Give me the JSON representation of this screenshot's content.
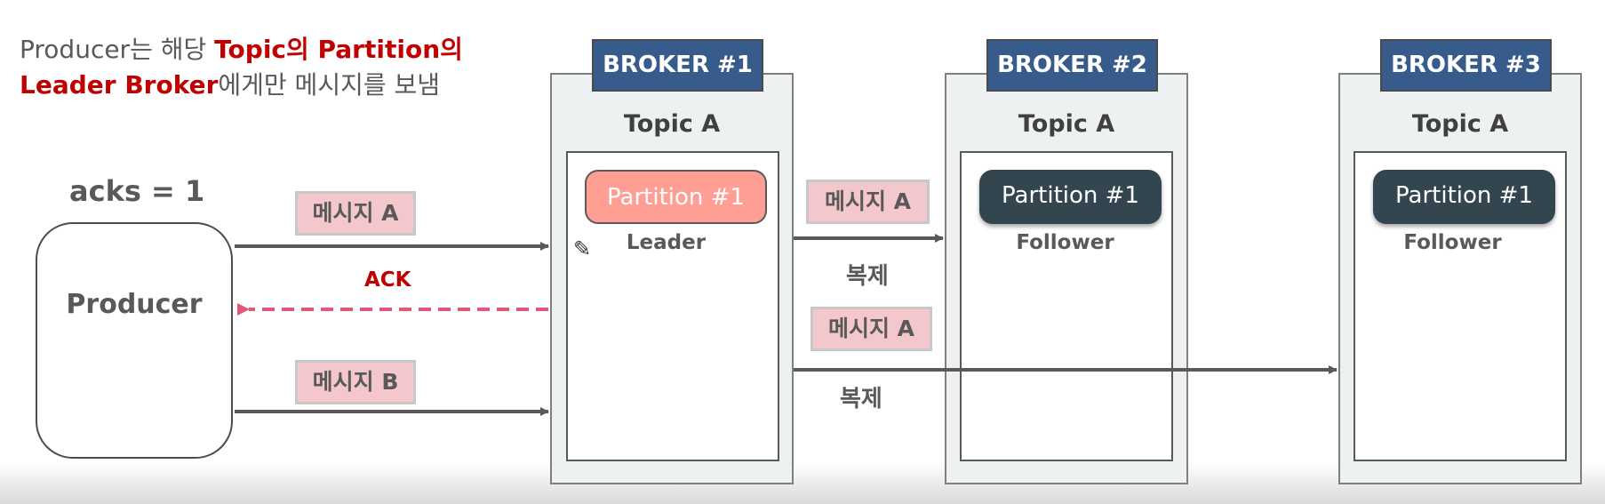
{
  "title": {
    "line1_prefix": "Producer는 해당 ",
    "line1_hl": "Topic의 Partition의",
    "line2_hl": "Leader Broker",
    "line2_suffix": "에게만 메시지를 보냄"
  },
  "acks_label": "acks = 1",
  "producer_label": "Producer",
  "messages": {
    "msg_a_top": "메시지 A",
    "msg_b": "메시지 B",
    "msg_a_rep1": "메시지 A",
    "msg_a_rep2": "메시지 A"
  },
  "ack_label": "ACK",
  "replication_label_1": "복제",
  "replication_label_2": "복제",
  "brokers": [
    {
      "header": "BROKER #1",
      "topic": "Topic A",
      "partition": "Partition #1",
      "role": "Leader"
    },
    {
      "header": "BROKER #2",
      "topic": "Topic A",
      "partition": "Partition #1",
      "role": "Follower"
    },
    {
      "header": "BROKER #3",
      "topic": "Topic A",
      "partition": "Partition #1",
      "role": "Follower"
    }
  ],
  "colors": {
    "highlight": "#c00000",
    "broker_header": "#375b8a",
    "leader_partition": "#ff9e93",
    "follower_partition": "#33454f",
    "message_fill": "#f4c7cc",
    "ack_arrow": "#e0577a"
  },
  "icons": {
    "cursor": "pencil-cursor-icon"
  }
}
